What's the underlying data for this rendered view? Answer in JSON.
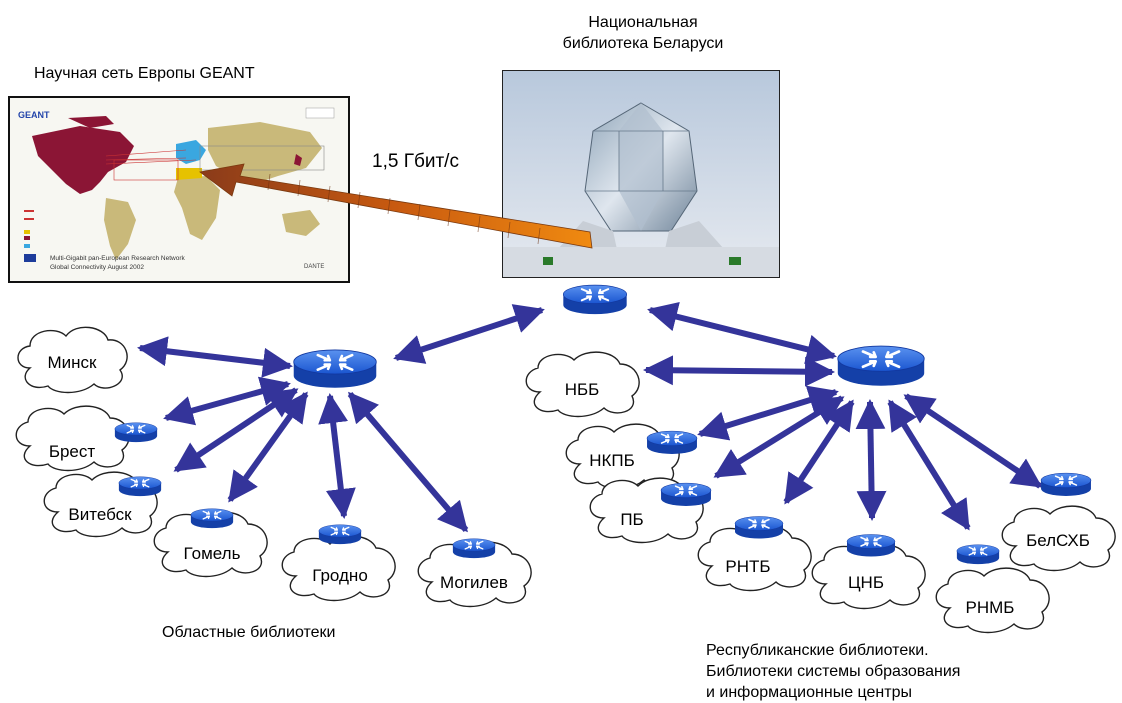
{
  "top": {
    "national_library_line1": "Национальная",
    "national_library_line2": "библиотека Беларуси",
    "geant_title": "Научная сеть Европы GEANT",
    "link_speed": "1,5 Гбит/с"
  },
  "map_inset": {
    "logo_left": "GEANT",
    "logo_right": "DANTE",
    "caption_line1": "Multi-Gigabit pan-European Research Network",
    "caption_line2": "Global Connectivity August 2002"
  },
  "regional": {
    "caption": "Областные библиотеки",
    "nodes": [
      "Минск",
      "Брест",
      "Витебск",
      "Гомель",
      "Гродно",
      "Могилев"
    ]
  },
  "republican": {
    "caption_line1": "Республиканские библиотеки.",
    "caption_line2": "Библиотеки системы образования",
    "caption_line3": "и информационные центры",
    "nodes": [
      "НББ",
      "НКПБ",
      "ПБ",
      "РНТБ",
      "ЦНБ",
      "РНМБ",
      "БелСХБ"
    ]
  },
  "colors": {
    "arrow": "#3a3aa0",
    "router": "#1a5bd8",
    "speed_arrow": "#e07a10"
  }
}
